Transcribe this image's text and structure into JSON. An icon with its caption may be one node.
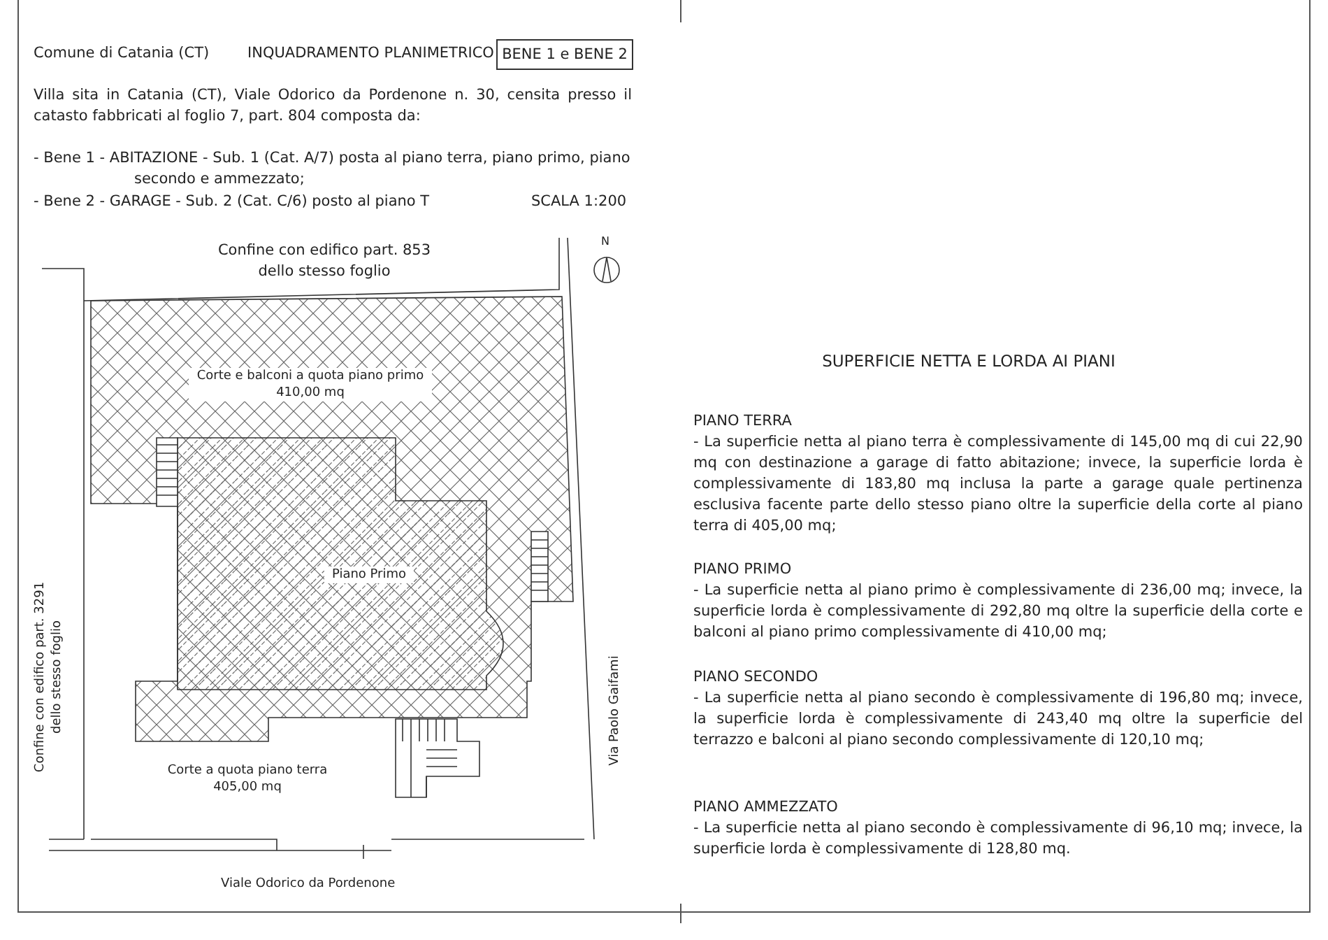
{
  "diagram": {
    "nodes": [
      {
        "text": [
          "BENE 1 e BENE 2"
        ]
      }
    ],
    "edges": [],
    "labels": [
      "Comune di Catania (CT)",
      "INQUADRAMENTO PLANIMETRICO",
      "Villa sita in Catania (CT), Viale Odorico da Pordenone n. 30, censita presso il catasto fabbricati al foglio 7, part. 804 composta da:",
      "- Bene 1 - ABITAZIONE - Sub. 1 (Cat. A/7) posta al piano terra, piano primo, piano secondo e ammezzato;",
      "- Bene 2 - GARAGE - Sub. 2 (Cat. C/6) posto al piano T",
      "SCALA 1:200",
      "Confine con edifico part. 853 dello stesso foglio",
      "N",
      "SUPERFICIE NETTA E LORDA AI PIANI",
      "Corte e balconi a quota piano primo 410,00 mq",
      "PIANO TERRA",
      "- La superficie netta al piano terra è complessivamente di 145,00 mq di cui 22,90 mq con destinazione a garage di fatto abitazione; invece, la superficie lorda è complessivamente di 183,80 mq inclusa la parte a garage quale pertinenza esclusiva facente parte dello stesso piano oltre la superficie della corte al piano terra di 405,00 mq;",
      "Piano Primo",
      "PIANO PRIMO",
      "- La superficie netta al piano primo è complessivamente di 236,00 mq; invece, la superficie lorda è complessivamente di 292,80 mq oltre la superficie della corte e balconi al piano primo complessivamente di 410,00 mq;",
      "PIANO SECONDO",
      "- La superficie netta al piano secondo è complessivamente di 196,80 mq; invece, la superficie lorda è complessivamente di 243,40 mq oltre la superficie del terrazzo e balconi al piano secondo complessivamente di 120,10 mq;",
      "Confine con edifico part. 3291 dello stesso foglio",
      "Via Paolo Gaifami",
      "Corte a quota piano terra 405,00 mq",
      "PIANO AMMEZZATO",
      "- La superficie netta al piano secondo è complessivamente di 96,10 mq; invece, la superficie lorda è complessivamente di 128,80 mq.",
      "Viale Odorico da Pordenone"
    ]
  }
}
